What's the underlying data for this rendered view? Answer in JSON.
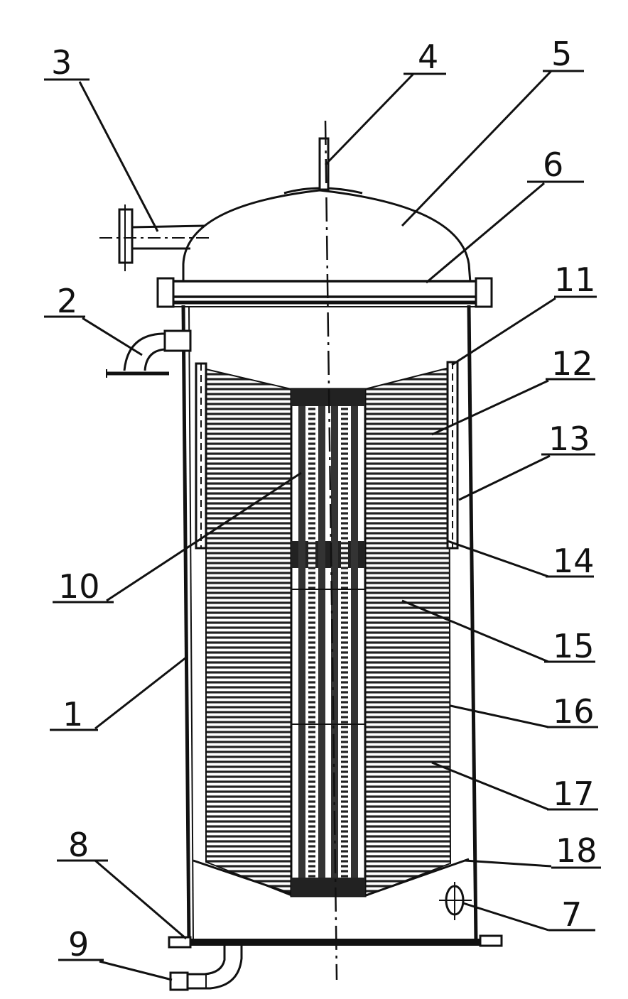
{
  "labels": [
    "1",
    "2",
    "3",
    "4",
    "5",
    "6",
    "7",
    "8",
    "9",
    "10",
    "11",
    "12",
    "13",
    "14",
    "15",
    "16",
    "17",
    "18"
  ],
  "colors": {
    "ink": "#111111",
    "paper": "#ffffff"
  }
}
